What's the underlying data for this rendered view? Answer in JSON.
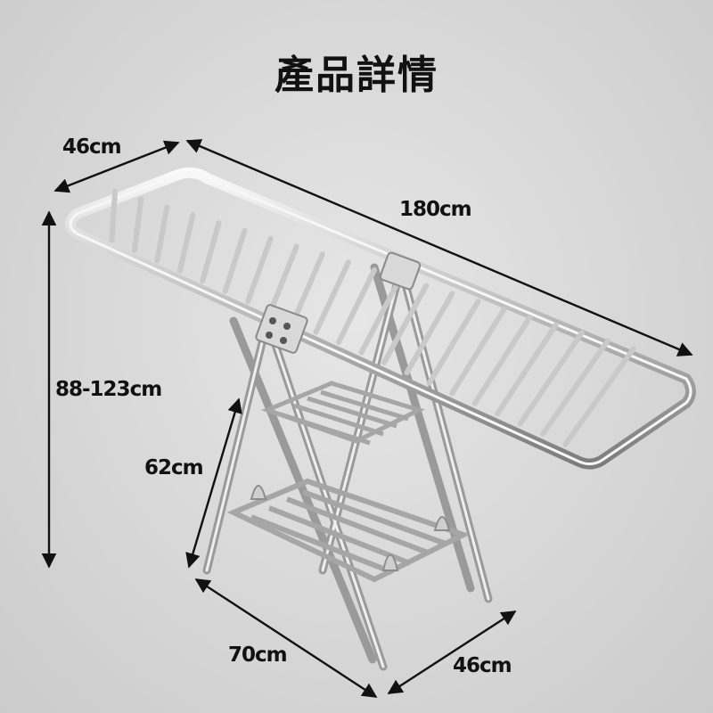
{
  "title": "產品詳情",
  "dimensions": {
    "top_width": "46cm",
    "length": "180cm",
    "height": "88-123cm",
    "lower_height": "62cm",
    "base_length": "70cm",
    "base_width": "46cm"
  },
  "colors": {
    "background": "#d8d8d8",
    "steel_light": "#f4f4f4",
    "steel_dark": "#8a8a8a",
    "arrow": "#111111"
  }
}
